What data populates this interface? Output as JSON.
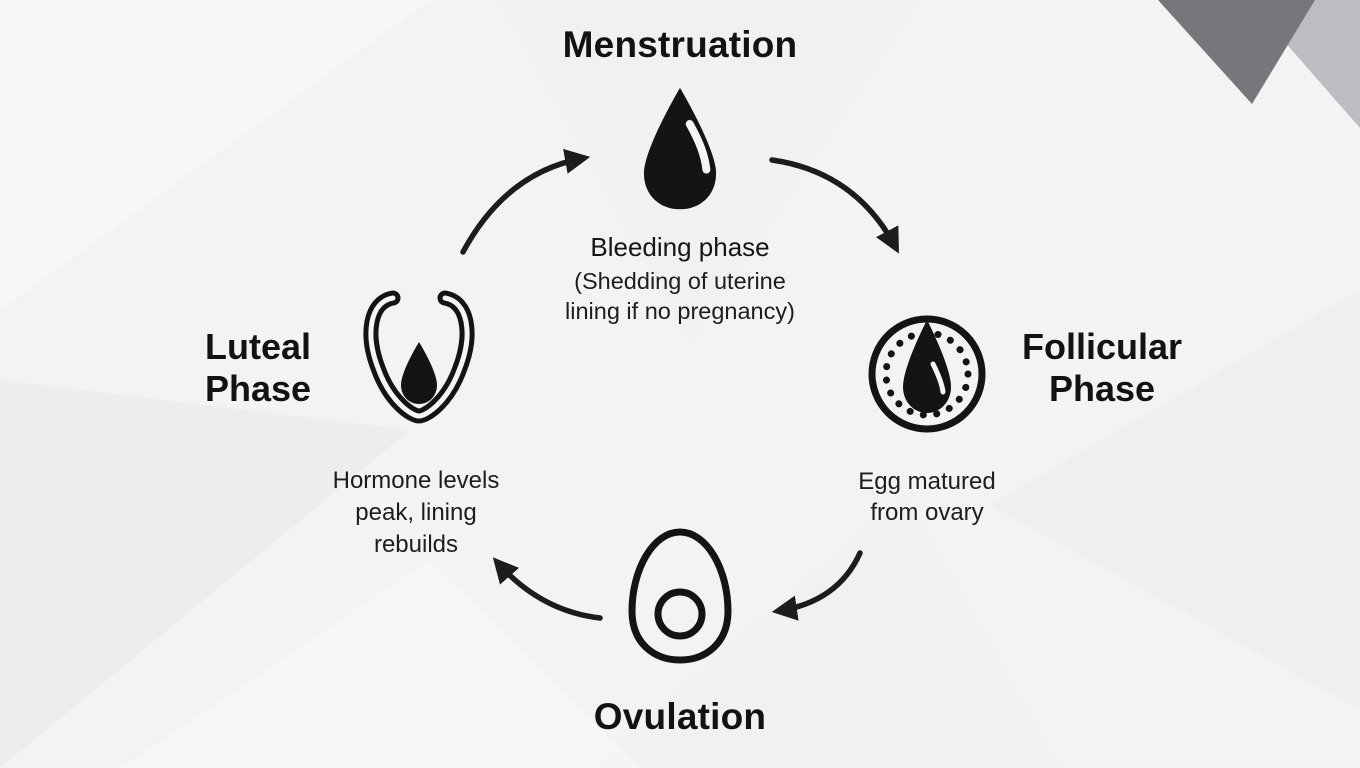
{
  "diagram": {
    "background_color": "#f3f3f4",
    "ink_color": "#161616",
    "corner_dark_color": "#76767b",
    "corner_light_color": "#bcbcc1",
    "nodes": {
      "menstruation": {
        "title": "Menstruation",
        "subtitle": "Bleeding phase",
        "detail_line1": "(Shedding of uterine",
        "detail_line2": "lining if no pregnancy)",
        "icon": "blood-drop-icon"
      },
      "follicular": {
        "title_line1": "Follicular",
        "title_line2": "Phase",
        "detail_line1": "Egg matured",
        "detail_line2": "from ovary",
        "icon": "follicle-drop-icon"
      },
      "ovulation": {
        "title": "Ovulation",
        "icon": "egg-icon"
      },
      "luteal": {
        "title_line1": "Luteal",
        "title_line2": "Phase",
        "detail_line1": "Hormone levels",
        "detail_line2": "peak, lining",
        "detail_line3": "rebuilds",
        "icon": "uterus-lining-icon"
      }
    },
    "arrows": [
      "luteal-to-menstruation",
      "menstruation-to-follicular",
      "follicular-to-ovulation",
      "ovulation-to-luteal"
    ]
  }
}
